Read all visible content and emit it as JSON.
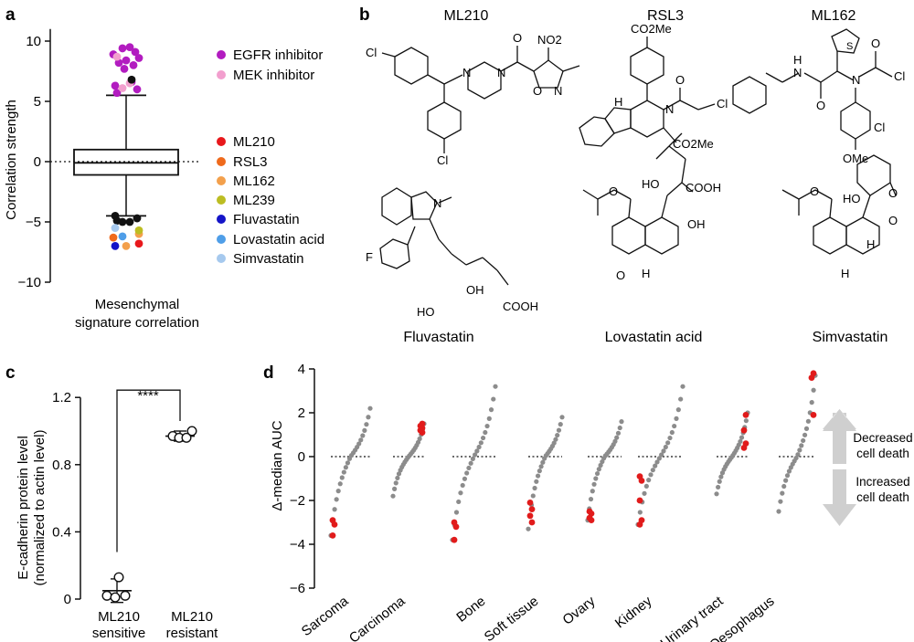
{
  "panels": {
    "a": {
      "letter": "a",
      "ylabel": "Correlation strength",
      "xlabel_line1": "Mesenchymal",
      "xlabel_line2": "signature correlation",
      "yticks": [
        "10",
        "5",
        "0",
        "−5",
        "−10"
      ],
      "legend": [
        {
          "label": "EGFR inhibitor",
          "color": "#b21cc0"
        },
        {
          "label": "MEK inhibitor",
          "color": "#f29fce"
        },
        {
          "label": "ML210",
          "color": "#e8181b"
        },
        {
          "label": "RSL3",
          "color": "#ef6a1c"
        },
        {
          "label": "ML162",
          "color": "#f3a04c"
        },
        {
          "label": "ML239",
          "color": "#bcbd22"
        },
        {
          "label": "Fluvastatin",
          "color": "#1414c8"
        },
        {
          "label": "Lovastatin acid",
          "color": "#4f9ee8"
        },
        {
          "label": "Simvastatin",
          "color": "#a6c9ee"
        }
      ]
    },
    "b": {
      "letter": "b",
      "top_titles": [
        "ML210",
        "RSL3",
        "ML162"
      ],
      "bottom_titles": [
        "Fluvastatin",
        "Lovastatin acid",
        "Simvastatin"
      ],
      "atoms": {
        "cl": "Cl",
        "no2": "NO2",
        "o": "O",
        "n": "N",
        "nh": "H",
        "co2me": "CO2Me",
        "ome": "OMe",
        "f": "F",
        "ho": "HO",
        "oh": "OH",
        "cooh": "COOH",
        "h": "H"
      }
    },
    "c": {
      "letter": "c",
      "ylabel_line1": "E-cadherin protein level",
      "ylabel_line2": "(normalized to actin level)",
      "yticks": [
        "1.2",
        "0.8",
        "0.4",
        "0"
      ],
      "significance": "****",
      "cat1_line1": "ML210",
      "cat1_line2": "sensitive",
      "cat2_line1": "ML210",
      "cat2_line2": "resistant"
    },
    "d": {
      "letter": "d",
      "ylabel": "Δ-median AUC",
      "yticks": [
        "4",
        "2",
        "0",
        "−2",
        "−4",
        "−6"
      ],
      "annotation_up_line1": "Decreased",
      "annotation_up_line2": "cell death",
      "annotation_down_line1": "Increased",
      "annotation_down_line2": "cell death"
    }
  },
  "chart_data": [
    {
      "panel": "a",
      "type": "box",
      "ylabel": "Correlation strength",
      "xlabel": "Mesenchymal signature correlation",
      "ylim": [
        -10,
        11
      ],
      "box": {
        "q1": -1.1,
        "median": -0.1,
        "q3": 1.0,
        "whisker_low": -4.5,
        "whisker_high": 5.5
      },
      "outliers": [
        {
          "group": "EGFR inhibitor",
          "values": [
            9.5,
            9.4,
            9.1,
            8.9,
            8.6,
            8.4,
            8.2,
            8.0,
            7.7,
            6.6,
            6.3,
            6.0,
            5.7
          ]
        },
        {
          "group": "MEK inhibitor",
          "values": [
            8.7,
            6.5,
            6.1
          ]
        },
        {
          "group": "unlabelled",
          "values": [
            6.8,
            -4.5,
            -4.7,
            -4.9,
            -5.0,
            -5.0
          ]
        },
        {
          "group": "ML210",
          "values": [
            -6.8
          ]
        },
        {
          "group": "RSL3",
          "values": [
            -6.3
          ]
        },
        {
          "group": "ML162",
          "values": [
            -6.0,
            -7.0
          ]
        },
        {
          "group": "ML239",
          "values": [
            -5.7
          ]
        },
        {
          "group": "Fluvastatin",
          "values": [
            -7.0
          ]
        },
        {
          "group": "Lovastatin acid",
          "values": [
            -6.2
          ]
        },
        {
          "group": "Simvastatin",
          "values": [
            -5.5
          ]
        }
      ]
    },
    {
      "panel": "c",
      "type": "scatter",
      "ylabel": "E-cadherin protein level (normalized to actin level)",
      "categories": [
        "ML210 sensitive",
        "ML210 resistant"
      ],
      "ylim": [
        0,
        1.2
      ],
      "series": [
        {
          "category": "ML210 sensitive",
          "values": [
            0.13,
            0.02,
            0.01,
            0.02
          ],
          "mean": 0.05,
          "error": 0.07
        },
        {
          "category": "ML210 resistant",
          "values": [
            0.97,
            0.96,
            0.96,
            1.0
          ],
          "mean": 0.97,
          "error": 0.03
        }
      ],
      "annotation": "****"
    },
    {
      "panel": "d",
      "type": "scatter",
      "ylabel": "Δ-median AUC",
      "ylim": [
        -6,
        4
      ],
      "categories": [
        "Sarcoma",
        "Carcinoma",
        "Bone",
        "Soft tissue",
        "Ovary",
        "Kidney",
        "Urinary tract",
        "Oesophagus"
      ],
      "groups": [
        {
          "name": "Sarcoma",
          "min": -3.6,
          "max": 2.2,
          "red": [
            -2.9,
            -3.1,
            -3.6
          ]
        },
        {
          "name": "Carcinoma",
          "min": -1.8,
          "max": 1.5,
          "red": [
            1.5,
            1.4,
            1.3,
            1.2,
            1.1
          ]
        },
        {
          "name": "Bone",
          "min": -3.8,
          "max": 3.2,
          "red": [
            -3.0,
            -3.2,
            -3.8
          ]
        },
        {
          "name": "Soft tissue",
          "min": -3.3,
          "max": 1.8,
          "red": [
            -2.1,
            -2.4,
            -2.7,
            -3.0
          ]
        },
        {
          "name": "Ovary",
          "min": -2.9,
          "max": 1.6,
          "red": [
            -2.5,
            -2.6,
            -2.8,
            -2.9
          ]
        },
        {
          "name": "Kidney",
          "min": -3.1,
          "max": 3.2,
          "red": [
            -0.9,
            -1.1,
            -2.0,
            -2.9,
            -3.1
          ]
        },
        {
          "name": "Urinary tract",
          "min": -1.7,
          "max": 2.0,
          "red": [
            1.9,
            1.2,
            0.6,
            0.4
          ]
        },
        {
          "name": "Oesophagus",
          "min": -2.5,
          "max": 3.7,
          "red": [
            3.8,
            3.6,
            1.9
          ]
        }
      ]
    }
  ]
}
